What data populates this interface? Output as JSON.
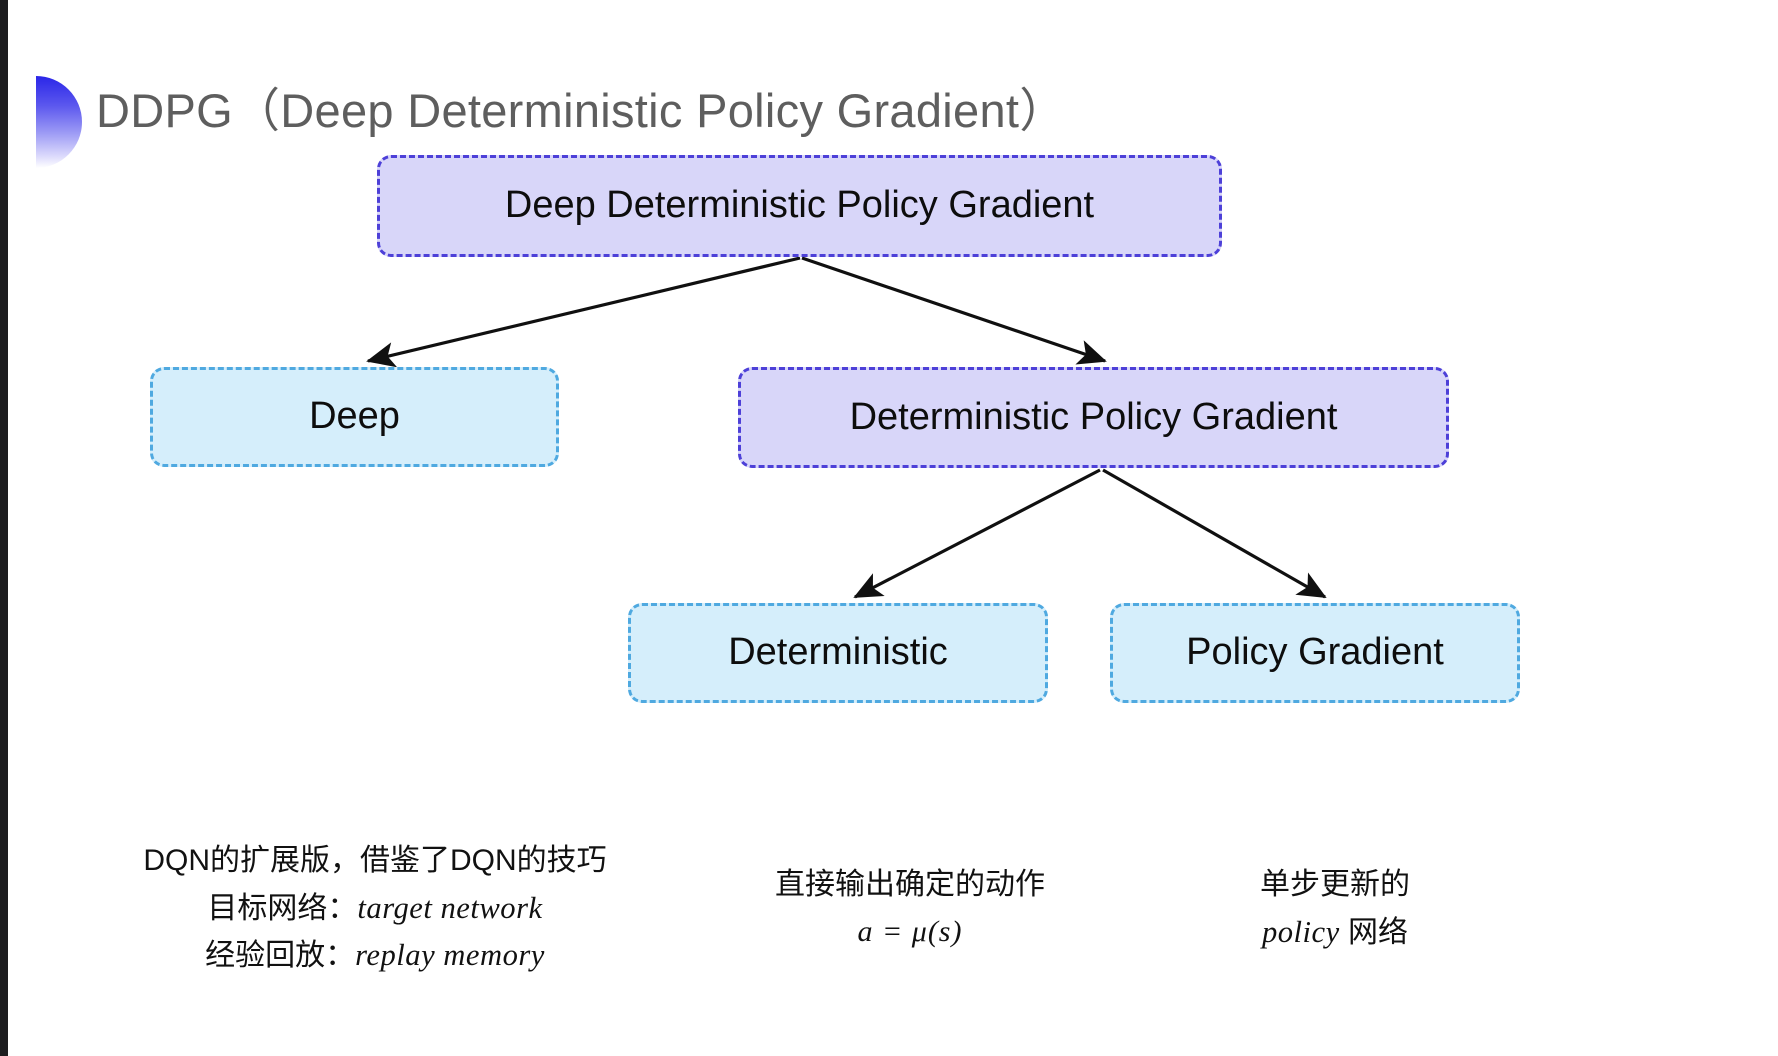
{
  "slide": {
    "title": "DDPG（Deep Deterministic Policy Gradient）",
    "bullet_icon": "half-circle-bullet-icon",
    "background_color": "#ffffff",
    "title_color": "#5e5e5e"
  },
  "palette": {
    "purple_fill": "#d8d6f9",
    "purple_border": "#4d40d8",
    "blue_fill": "#d5eefb",
    "blue_border": "#4fa9e0",
    "arrow_color": "#101010",
    "bullet_gradient_start": "#2a26e8",
    "bullet_gradient_end": "#ffffff"
  },
  "diagram": {
    "type": "tree",
    "nodes": [
      {
        "id": "root",
        "label": "Deep Deterministic Policy Gradient",
        "style": "purple"
      },
      {
        "id": "deep",
        "label": "Deep",
        "style": "blue"
      },
      {
        "id": "dpg",
        "label": "Deterministic Policy Gradient",
        "style": "purple"
      },
      {
        "id": "det",
        "label": "Deterministic",
        "style": "blue"
      },
      {
        "id": "pg",
        "label": "Policy Gradient",
        "style": "blue"
      }
    ],
    "edges": [
      {
        "from": "root",
        "to": "deep"
      },
      {
        "from": "root",
        "to": "dpg"
      },
      {
        "from": "dpg",
        "to": "det"
      },
      {
        "from": "dpg",
        "to": "pg"
      }
    ]
  },
  "captions": {
    "deep": {
      "line1": "DQN的扩展版，借鉴了DQN的技巧",
      "line2_label": "目标网络：",
      "line2_term": "target network",
      "line3_label": "经验回放：",
      "line3_term": "replay memory"
    },
    "deterministic": {
      "line1": "直接输出确定的动作",
      "formula": "a = μ(s)"
    },
    "policy_gradient": {
      "line1": "单步更新的",
      "line2_term": "policy",
      "line2_suffix": " 网络"
    }
  }
}
